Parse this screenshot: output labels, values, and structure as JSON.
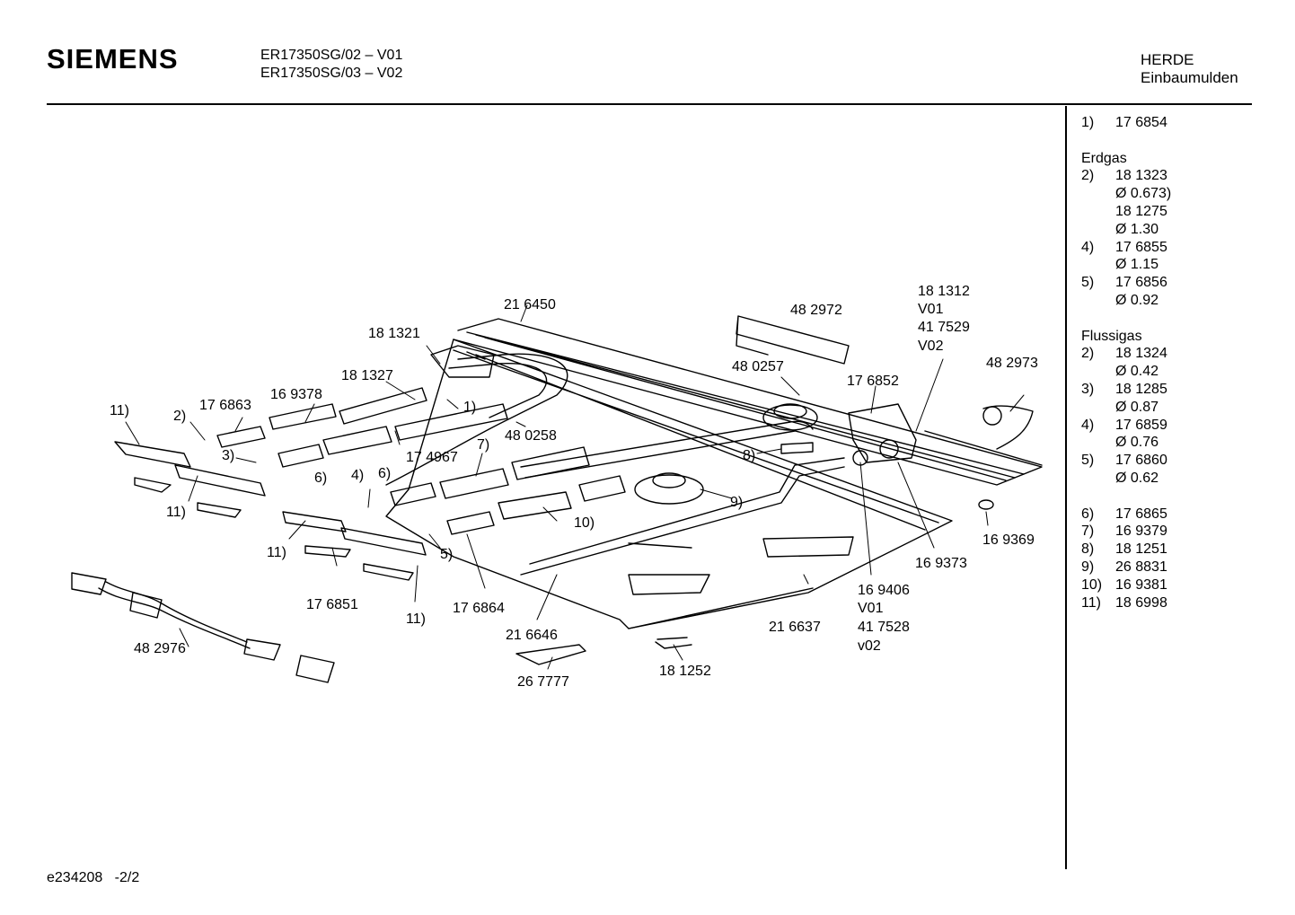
{
  "header": {
    "brand": "SIEMENS",
    "models": [
      "ER17350SG/02 – V01",
      "ER17350SG/03 – V02"
    ],
    "category": "HERDE",
    "subcategory": "Einbaumulden"
  },
  "footer": {
    "doc_id": "e234208",
    "page": "-2/2"
  },
  "diagram_labels": [
    "21 6450",
    "48 2972",
    "18 1312",
    "V01",
    "41 7529",
    "V02",
    "18 1321",
    "18 1327",
    "48 0257",
    "48 2973",
    "17 6852",
    "11)",
    "2)",
    "17 6863",
    "16 9378",
    "1)",
    "48 0258",
    "3)",
    "17 4967",
    "7)",
    "6)",
    "6)",
    "4)",
    "8)",
    "11)",
    "9)",
    "10)",
    "11)",
    "5)",
    "16 9369",
    "16 9373",
    "17 6851",
    "17 6864",
    "11)",
    "16 9406",
    "V01",
    "41 7528",
    "v02",
    "21 6637",
    "48 2976",
    "21 6646",
    "18 1252",
    "26 7777"
  ],
  "legend": {
    "top": [
      {
        "no": "1)",
        "part": "17 6854"
      }
    ],
    "groups": [
      {
        "title": "Erdgas",
        "rows": [
          {
            "no": "2)",
            "lines": [
              "18 1323",
              "Ø 0.673)",
              "18 1275",
              "Ø 1.30"
            ]
          },
          {
            "no": "4)",
            "lines": [
              "17 6855",
              "Ø 1.15"
            ]
          },
          {
            "no": "5)",
            "lines": [
              "17 6856",
              "Ø 0.92"
            ]
          }
        ]
      },
      {
        "title": "Flussigas",
        "rows": [
          {
            "no": "2)",
            "lines": [
              "18 1324",
              "Ø 0.42"
            ]
          },
          {
            "no": "3)",
            "lines": [
              "18 1285",
              "Ø 0.87"
            ]
          },
          {
            "no": "4)",
            "lines": [
              "17 6859",
              "Ø 0.76"
            ]
          },
          {
            "no": "5)",
            "lines": [
              "17 6860",
              "Ø 0.62"
            ]
          }
        ]
      }
    ],
    "bottom": [
      {
        "no": "6)",
        "part": "17 6865"
      },
      {
        "no": "7)",
        "part": "16 9379"
      },
      {
        "no": "8)",
        "part": "18 1251"
      },
      {
        "no": "9)",
        "part": "26 8831"
      },
      {
        "no": "10)",
        "part": "16 9381"
      },
      {
        "no": "11)",
        "part": "18 6998"
      }
    ]
  }
}
